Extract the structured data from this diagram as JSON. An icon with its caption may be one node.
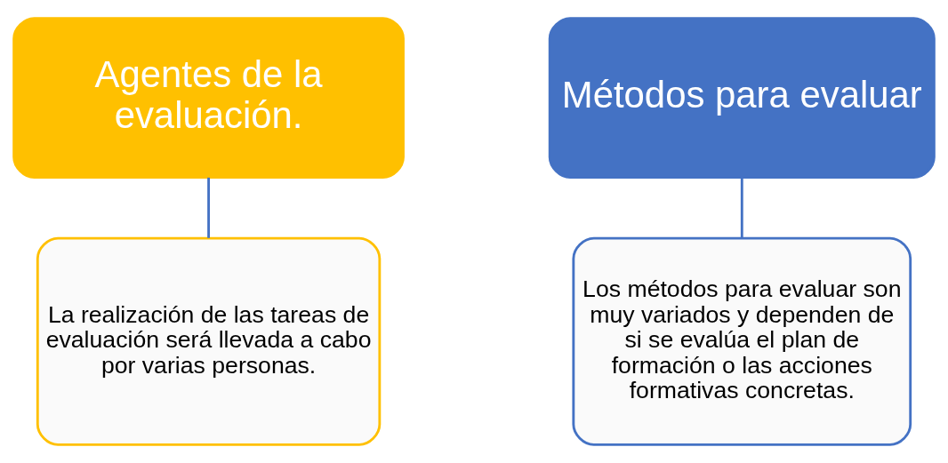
{
  "diagram": {
    "nodes": [
      {
        "text": [
          "Agentes de la evaluación."
        ]
      },
      {
        "text": [
          "La realización de las tareas de evaluación será llevada a cabo por varias personas."
        ]
      },
      {
        "text": [
          "Métodos para evaluar"
        ]
      },
      {
        "text": [
          "Los métodos para evaluar son muy variados y dependen de si se evalúa el plan de formación o las acciones formativas concretas."
        ]
      }
    ],
    "edges": [
      {
        "from": 0,
        "to": 1,
        "arrow": "none"
      },
      {
        "from": 2,
        "to": 3,
        "arrow": "none"
      }
    ]
  }
}
